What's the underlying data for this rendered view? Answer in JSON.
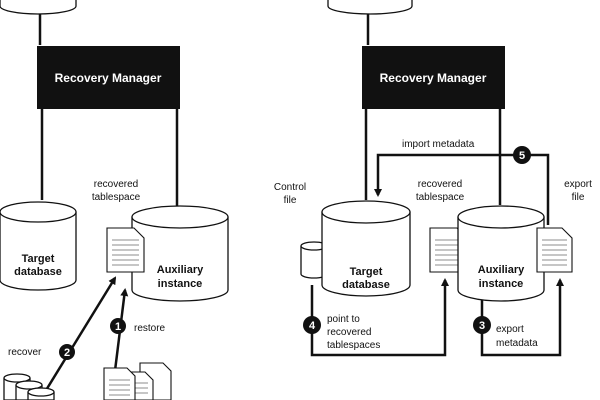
{
  "diagram": {
    "left": {
      "rman_label": "Recovery Manager",
      "target_db_line1": "Target",
      "target_db_line2": "database",
      "aux_line1": "Auxiliary",
      "aux_line2": "instance",
      "recovered_line1": "recovered",
      "recovered_line2": "tablespace",
      "step1_num": "1",
      "step1_label": "restore",
      "step2_num": "2",
      "step2_label": "recover"
    },
    "right": {
      "rman_label": "Recovery Manager",
      "target_db_line1": "Target",
      "target_db_line2": "database",
      "aux_line1": "Auxiliary",
      "aux_line2": "instance",
      "control_line1": "Control",
      "control_line2": "file",
      "recovered_line1": "recovered",
      "recovered_line2": "tablespace",
      "export_line1": "export",
      "export_line2": "file",
      "step3_num": "3",
      "step3_line1": "export",
      "step3_line2": "metadata",
      "step4_num": "4",
      "step4_line1": "point to",
      "step4_line2": "recovered",
      "step4_line3": "tablespaces",
      "step5_num": "5",
      "step5_label": "import metadata"
    }
  }
}
